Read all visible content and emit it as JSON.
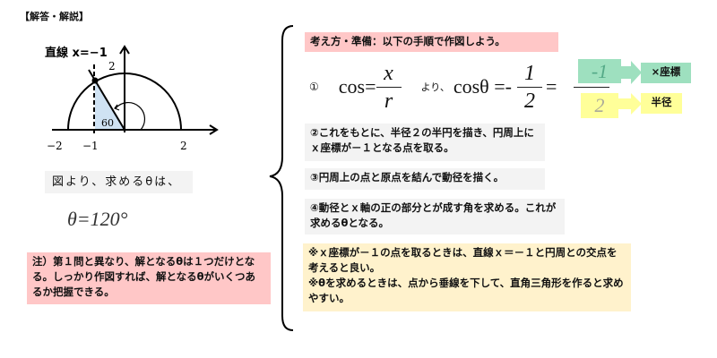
{
  "title": "【解答・解説】",
  "diagram": {
    "line_label": "直線 x=−1",
    "radius_label": "2",
    "angle_label": "60",
    "ticks": [
      "−2",
      "−1",
      "2"
    ]
  },
  "result_intro": "図より、求めるθは、",
  "result": "θ=120°",
  "note": "注）第１問と異なり、解となるθは１つだけとなる。しっかり作図すれば、解となるθがいくつあるか把握できる。",
  "steps": {
    "header": "考え方・準備：以下の手順で作図しよう。",
    "step1": {
      "num": "①",
      "cos": "cos=",
      "x": "x",
      "r": "r",
      "yori": "より、",
      "costheta": "cosθ =-",
      "one": "1",
      "two": "2",
      "eq": "=",
      "num_val": "-1",
      "den_val": "2",
      "x_coord": "×座標",
      "radius": "半径"
    },
    "step2": "②これをもとに、半径２の半円を描き、円周上にｘ座標が－１となる点を取る。",
    "step3": "③円周上の点と原点を結んで動径を描く。",
    "step4": "④動径とｘ軸の正の部分とが成す角を求める。これが求めるθとなる。",
    "tips": "※ｘ座標が－１の点を取るときは、直線ｘ＝－１と円周との交点を考えると良い。\n※θを求めるときは、点から垂線を下して、直角三角形を作ると求めやすい。"
  },
  "colors": {
    "pink": "#ffc7c7",
    "green": "#9ee0bf",
    "yellow": "#ffff99",
    "cream": "#fff2cc"
  }
}
